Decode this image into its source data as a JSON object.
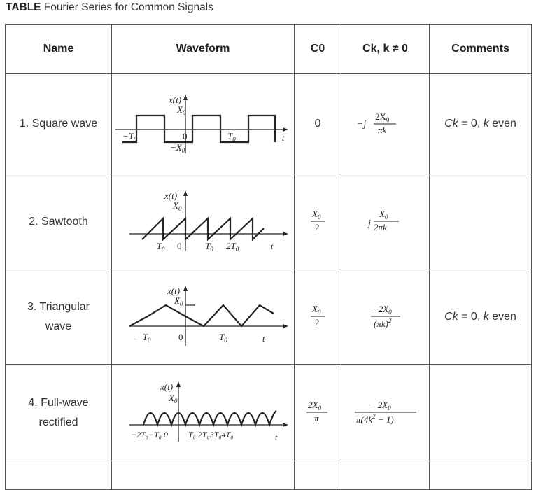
{
  "caption": {
    "bold": "TABLE",
    "text": " Fourier Series for Common Signals"
  },
  "headers": [
    "Name",
    "Waveform",
    "C0",
    "Ck, k ≠ 0",
    "Comments"
  ],
  "rows": [
    {
      "name": "1. Square wave",
      "c0": "0",
      "ck": {
        "prefix": "−j",
        "num": "2X",
        "num_sub": "0",
        "den": "πk"
      },
      "comments": {
        "a": "Ck",
        "b": " = 0, ",
        "c": "k",
        "d": " even"
      },
      "wave_labels": {
        "xt": "x(t)",
        "amp": "X",
        "amp_sub": "0",
        "neg_t": "−T",
        "neg_t_sub": "0",
        "zero": "0",
        "pos_t": "T",
        "pos_t_sub": "0",
        "neg_amp": "−X",
        "neg_amp_sub": "0",
        "t": "t"
      }
    },
    {
      "name": "2. Sawtooth",
      "c0": {
        "num": "X",
        "num_sub": "0",
        "den": "2"
      },
      "ck": {
        "prefix": "j",
        "num": "X",
        "num_sub": "0",
        "den": "2πk"
      },
      "comments": "",
      "wave_labels": {
        "xt": "x(t)",
        "amp": "X",
        "amp_sub": "0",
        "neg_t": "−T",
        "neg_t_sub": "0",
        "zero": "0",
        "pos_t": "T",
        "pos_t_sub": "0",
        "two_t": "2T",
        "two_t_sub": "0",
        "t": "t"
      }
    },
    {
      "name_line1": "3. Triangular",
      "name_line2": "wave",
      "c0": {
        "num": "X",
        "num_sub": "0",
        "den": "2"
      },
      "ck": {
        "num": "−2X",
        "num_sub": "0",
        "den": "(πk)",
        "den_sup": "2"
      },
      "comments": {
        "a": "Ck",
        "b": " = 0, ",
        "c": "k",
        "d": " even"
      },
      "wave_labels": {
        "xt": "x(t)",
        "amp": "X",
        "amp_sub": "0",
        "neg_t": "−T",
        "neg_t_sub": "0",
        "zero": "0",
        "pos_t": "T",
        "pos_t_sub": "0",
        "t": "t"
      }
    },
    {
      "name_line1": "4. Full-wave",
      "name_line2": "rectified",
      "c0": {
        "num": "2X",
        "num_sub": "0",
        "den": "π"
      },
      "ck": {
        "num": "−2X",
        "num_sub": "0",
        "den": "π(4k",
        "den_sup": "2",
        "den_tail": " − 1)"
      },
      "comments": "",
      "wave_labels": {
        "xt": "x(t)",
        "amp": "X",
        "amp_sub": "0",
        "ticks": "−2T₀−T₀ 0",
        "ticks2": "T₀ 2T₀3T₀4T₀",
        "t": "t"
      }
    }
  ]
}
